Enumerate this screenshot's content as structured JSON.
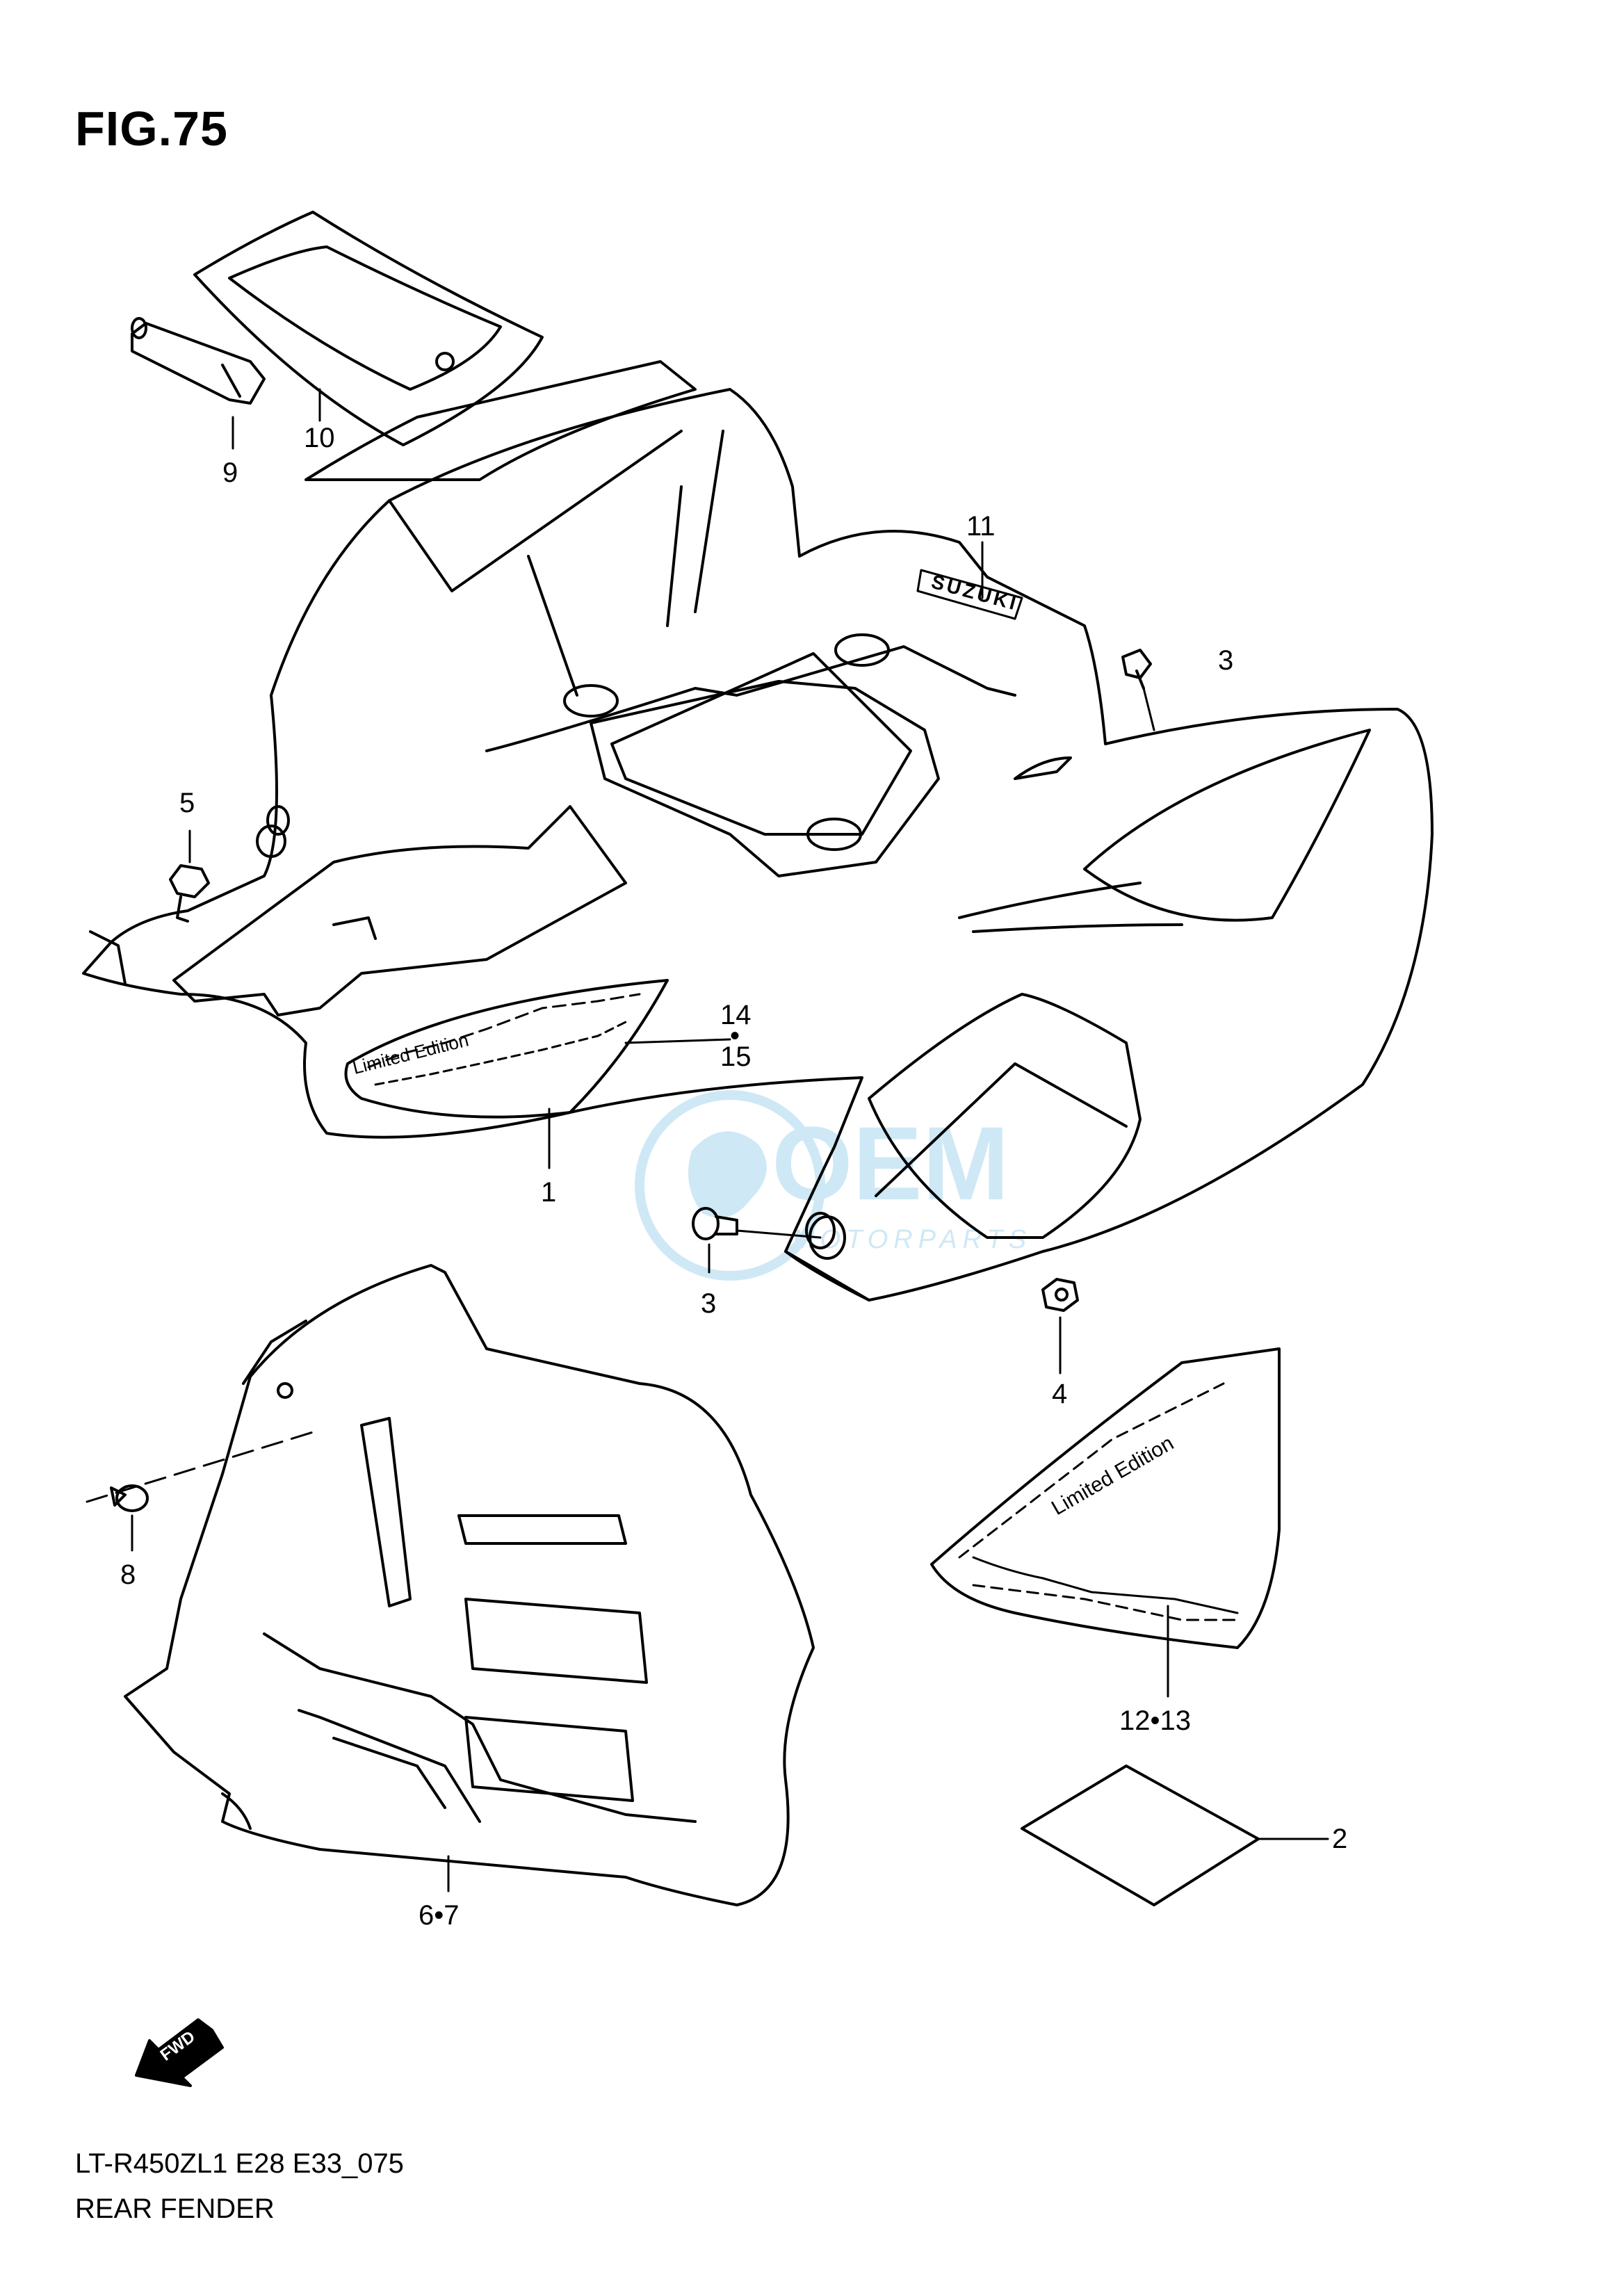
{
  "figure": {
    "title": "FIG.75"
  },
  "callouts": {
    "c1": "1",
    "c2": "2",
    "c3a": "3",
    "c3b": "3",
    "c4": "4",
    "c5": "5",
    "c67": "6•7",
    "c8": "8",
    "c9": "9",
    "c10": "10",
    "c11": "11",
    "c1213": "12•13",
    "c14": "14",
    "c15": "15"
  },
  "fwd_label": "FWD",
  "decal_text": "Limited Edition",
  "brand_text": "SUZUKI",
  "watermark": {
    "main": "OEM",
    "sub": "MOTORPARTS",
    "color": "#8ec9ec"
  },
  "footer": {
    "model_code": "LT-R450ZL1 E28 E33_075",
    "section_name": "REAR FENDER"
  }
}
